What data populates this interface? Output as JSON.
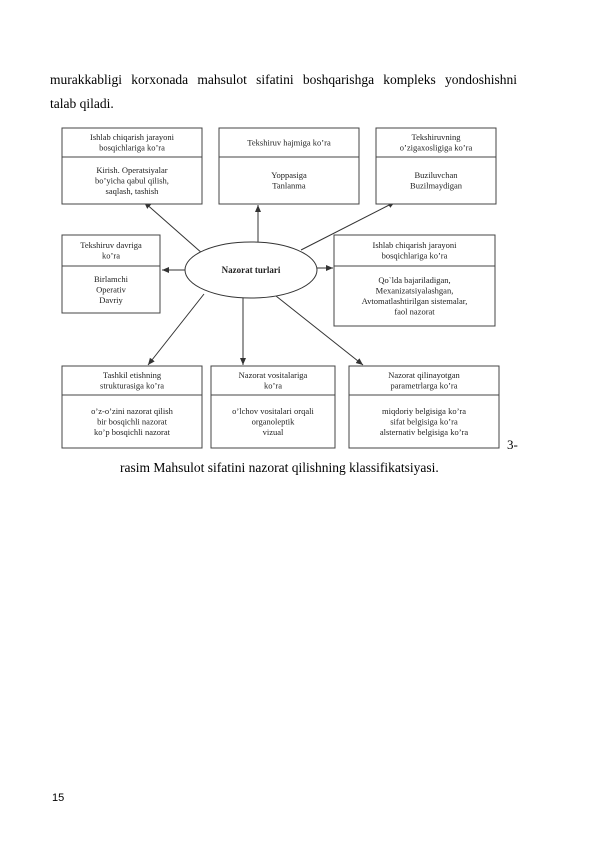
{
  "body_text": {
    "line1": "murakkabligi  korxonada  mahsulot  sifatini  boshqarishga  kompleks  yondoshishni",
    "line2": "talab qiladi."
  },
  "diagram": {
    "center": "Nazorat turlari",
    "boxes": {
      "top_left": {
        "header": [
          "Ishlab chiqarish jarayoni",
          "bosqichlariga ko’ra"
        ],
        "body": [
          "Kirish. Operatsiyalar",
          "bo’yicha qabul qilish,",
          "saqlash, tashish"
        ]
      },
      "top_center": {
        "header": [
          "Tekshiruv hajmiga ko’ra"
        ],
        "body": [
          "Yoppasiga",
          "Tanlanma"
        ]
      },
      "top_right": {
        "header": [
          "Tekshiruvning",
          "o’zigaxosligiga ko’ra"
        ],
        "body": [
          "Buziluvchan",
          "Buzilmaydigan"
        ]
      },
      "mid_left": {
        "header": [
          "Tekshiruv davriga",
          "ko’ra"
        ],
        "body": [
          "Birlamchi",
          "Operativ",
          "Davriy"
        ]
      },
      "mid_right": {
        "header": [
          "Ishlab chiqarish jarayoni",
          "bosqichlariga ko’ra"
        ],
        "body": [
          "Qo`lda bajariladigan,",
          "Mexanizatsiyalashgan,",
          "Avtomatlashtirilgan sistemalar,",
          "faol nazorat"
        ]
      },
      "bottom_left": {
        "header": [
          "Tashkil etishning",
          "strukturasiga ko’ra"
        ],
        "body": [
          "o’z-o’zini nazorat qilish",
          "bir bosqichli nazorat",
          "ko’p bosqichli nazorat"
        ]
      },
      "bottom_center": {
        "header": [
          "Nazorat vositalariga",
          "ko’ra"
        ],
        "body": [
          "o’lchov vositalari orqali",
          "organoleptik",
          "vizual"
        ]
      },
      "bottom_right": {
        "header": [
          "Nazorat qilinayotgan",
          "parametrlarga ko’ra"
        ],
        "body": [
          "miqdoriy belgisiga ko’ra",
          "sifat belgisiga ko’ra",
          "alsternativ belgisiga ko’ra"
        ]
      }
    }
  },
  "caption": {
    "number": "3-",
    "text": "rasim Mahsulot sifatini nazorat qilishning klassifikatsiyasi."
  },
  "page_number": "15"
}
